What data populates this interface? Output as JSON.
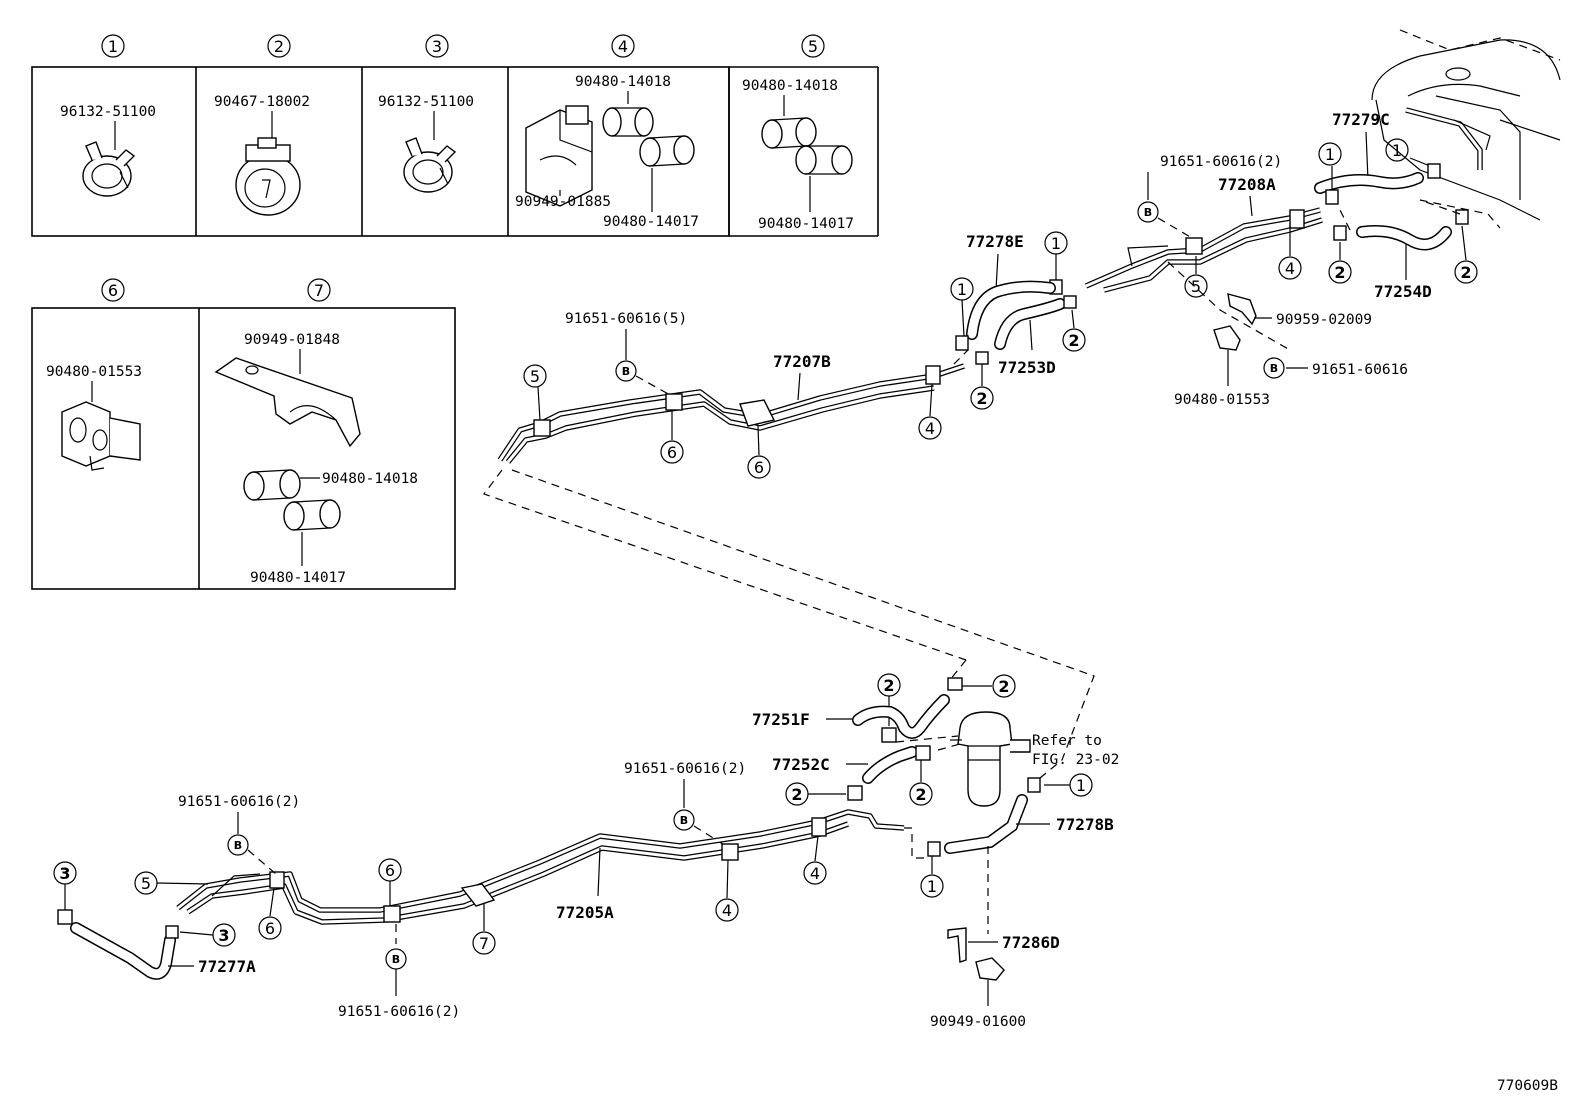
{
  "diagram_id": "770609B",
  "boxes": [
    {
      "num": "1",
      "labels": [
        "96132-51100"
      ]
    },
    {
      "num": "2",
      "labels": [
        "90467-18002"
      ]
    },
    {
      "num": "3",
      "labels": [
        "96132-51100"
      ]
    },
    {
      "num": "4",
      "labels": [
        "90480-14018",
        "90949-01885",
        "90480-14017"
      ]
    },
    {
      "num": "5",
      "labels": [
        "90480-14018",
        "90480-14017"
      ]
    },
    {
      "num": "6",
      "labels": [
        "90480-01553"
      ]
    },
    {
      "num": "7",
      "labels": [
        "90949-01848",
        "90480-14018",
        "90480-14017"
      ]
    }
  ],
  "parts": {
    "p77279C": "77279C",
    "p77208A": "77208A",
    "p77254D": "77254D",
    "p77278E": "77278E",
    "p77253D": "77253D",
    "p77207B": "77207B",
    "p77251F": "77251F",
    "p77252C": "77252C",
    "p77278B": "77278B",
    "p77205A": "77205A",
    "p77277A": "77277A",
    "p77286D": "77286D"
  },
  "bolts": {
    "b_top_2": "91651-60616(2)",
    "b_top_5": "91651-60616(5)",
    "b_right": "91651-60616",
    "b_low_mid": "91651-60616(2)",
    "b_low_left": "91651-60616(2)",
    "b_low_bottom": "91651-60616(2)"
  },
  "other_parts": {
    "bracket_top": "90959-02009",
    "clamp_top": "90480-01553",
    "clip_bottom": "90949-01600"
  },
  "refer_note": {
    "line1": "Refer to",
    "line2": "FIG. 23-02"
  },
  "marker_b": "B",
  "callouts": {
    "one": "1",
    "two": "2",
    "three": "3",
    "four": "4",
    "five": "5",
    "six": "6",
    "seven": "7"
  }
}
